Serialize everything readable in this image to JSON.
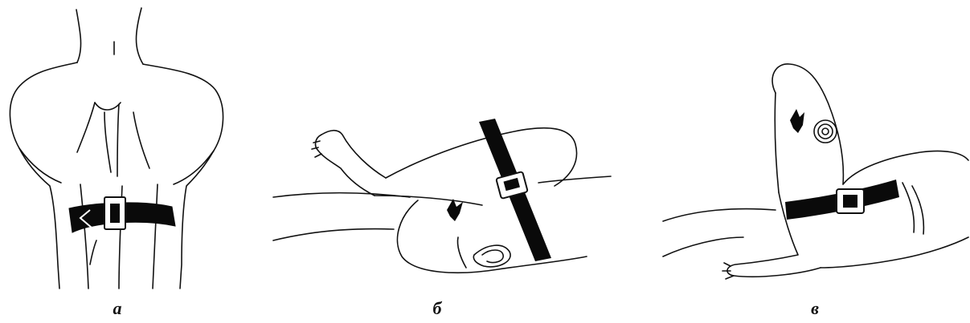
{
  "figure": {
    "panels": [
      {
        "id": "a",
        "caption": "а"
      },
      {
        "id": "b",
        "caption": "б"
      },
      {
        "id": "c",
        "caption": "в"
      }
    ]
  },
  "colors": {
    "line": "#111111",
    "strap": "#0a0a0a",
    "background": "#ffffff"
  }
}
